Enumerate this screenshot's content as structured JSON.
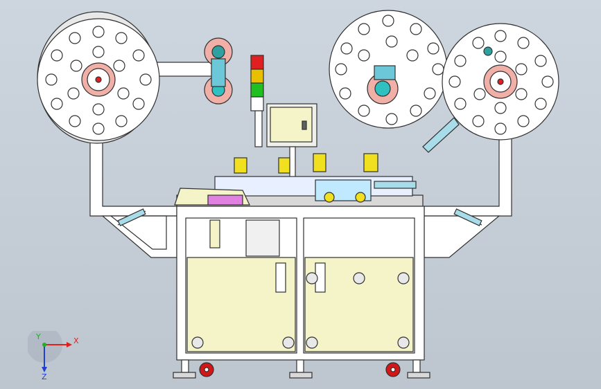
{
  "view": {
    "background_top": "#cdd5df",
    "background_bottom": "#bdc5cf"
  },
  "axes": {
    "x_label": "X",
    "y_label": "Y",
    "z_label": "Z",
    "x_color": "#e02020",
    "y_color": "#20b020",
    "z_color": "#2040d0"
  },
  "stack_light": {
    "colors": [
      "#e02020",
      "#e8c000",
      "#20c020"
    ]
  },
  "colors": {
    "frame": "#ffffff",
    "outline": "#303030",
    "panel": "#f5f3c8",
    "hub": "#f0b0a8",
    "caster": "#d01818",
    "cylinder": "#f0e020"
  }
}
